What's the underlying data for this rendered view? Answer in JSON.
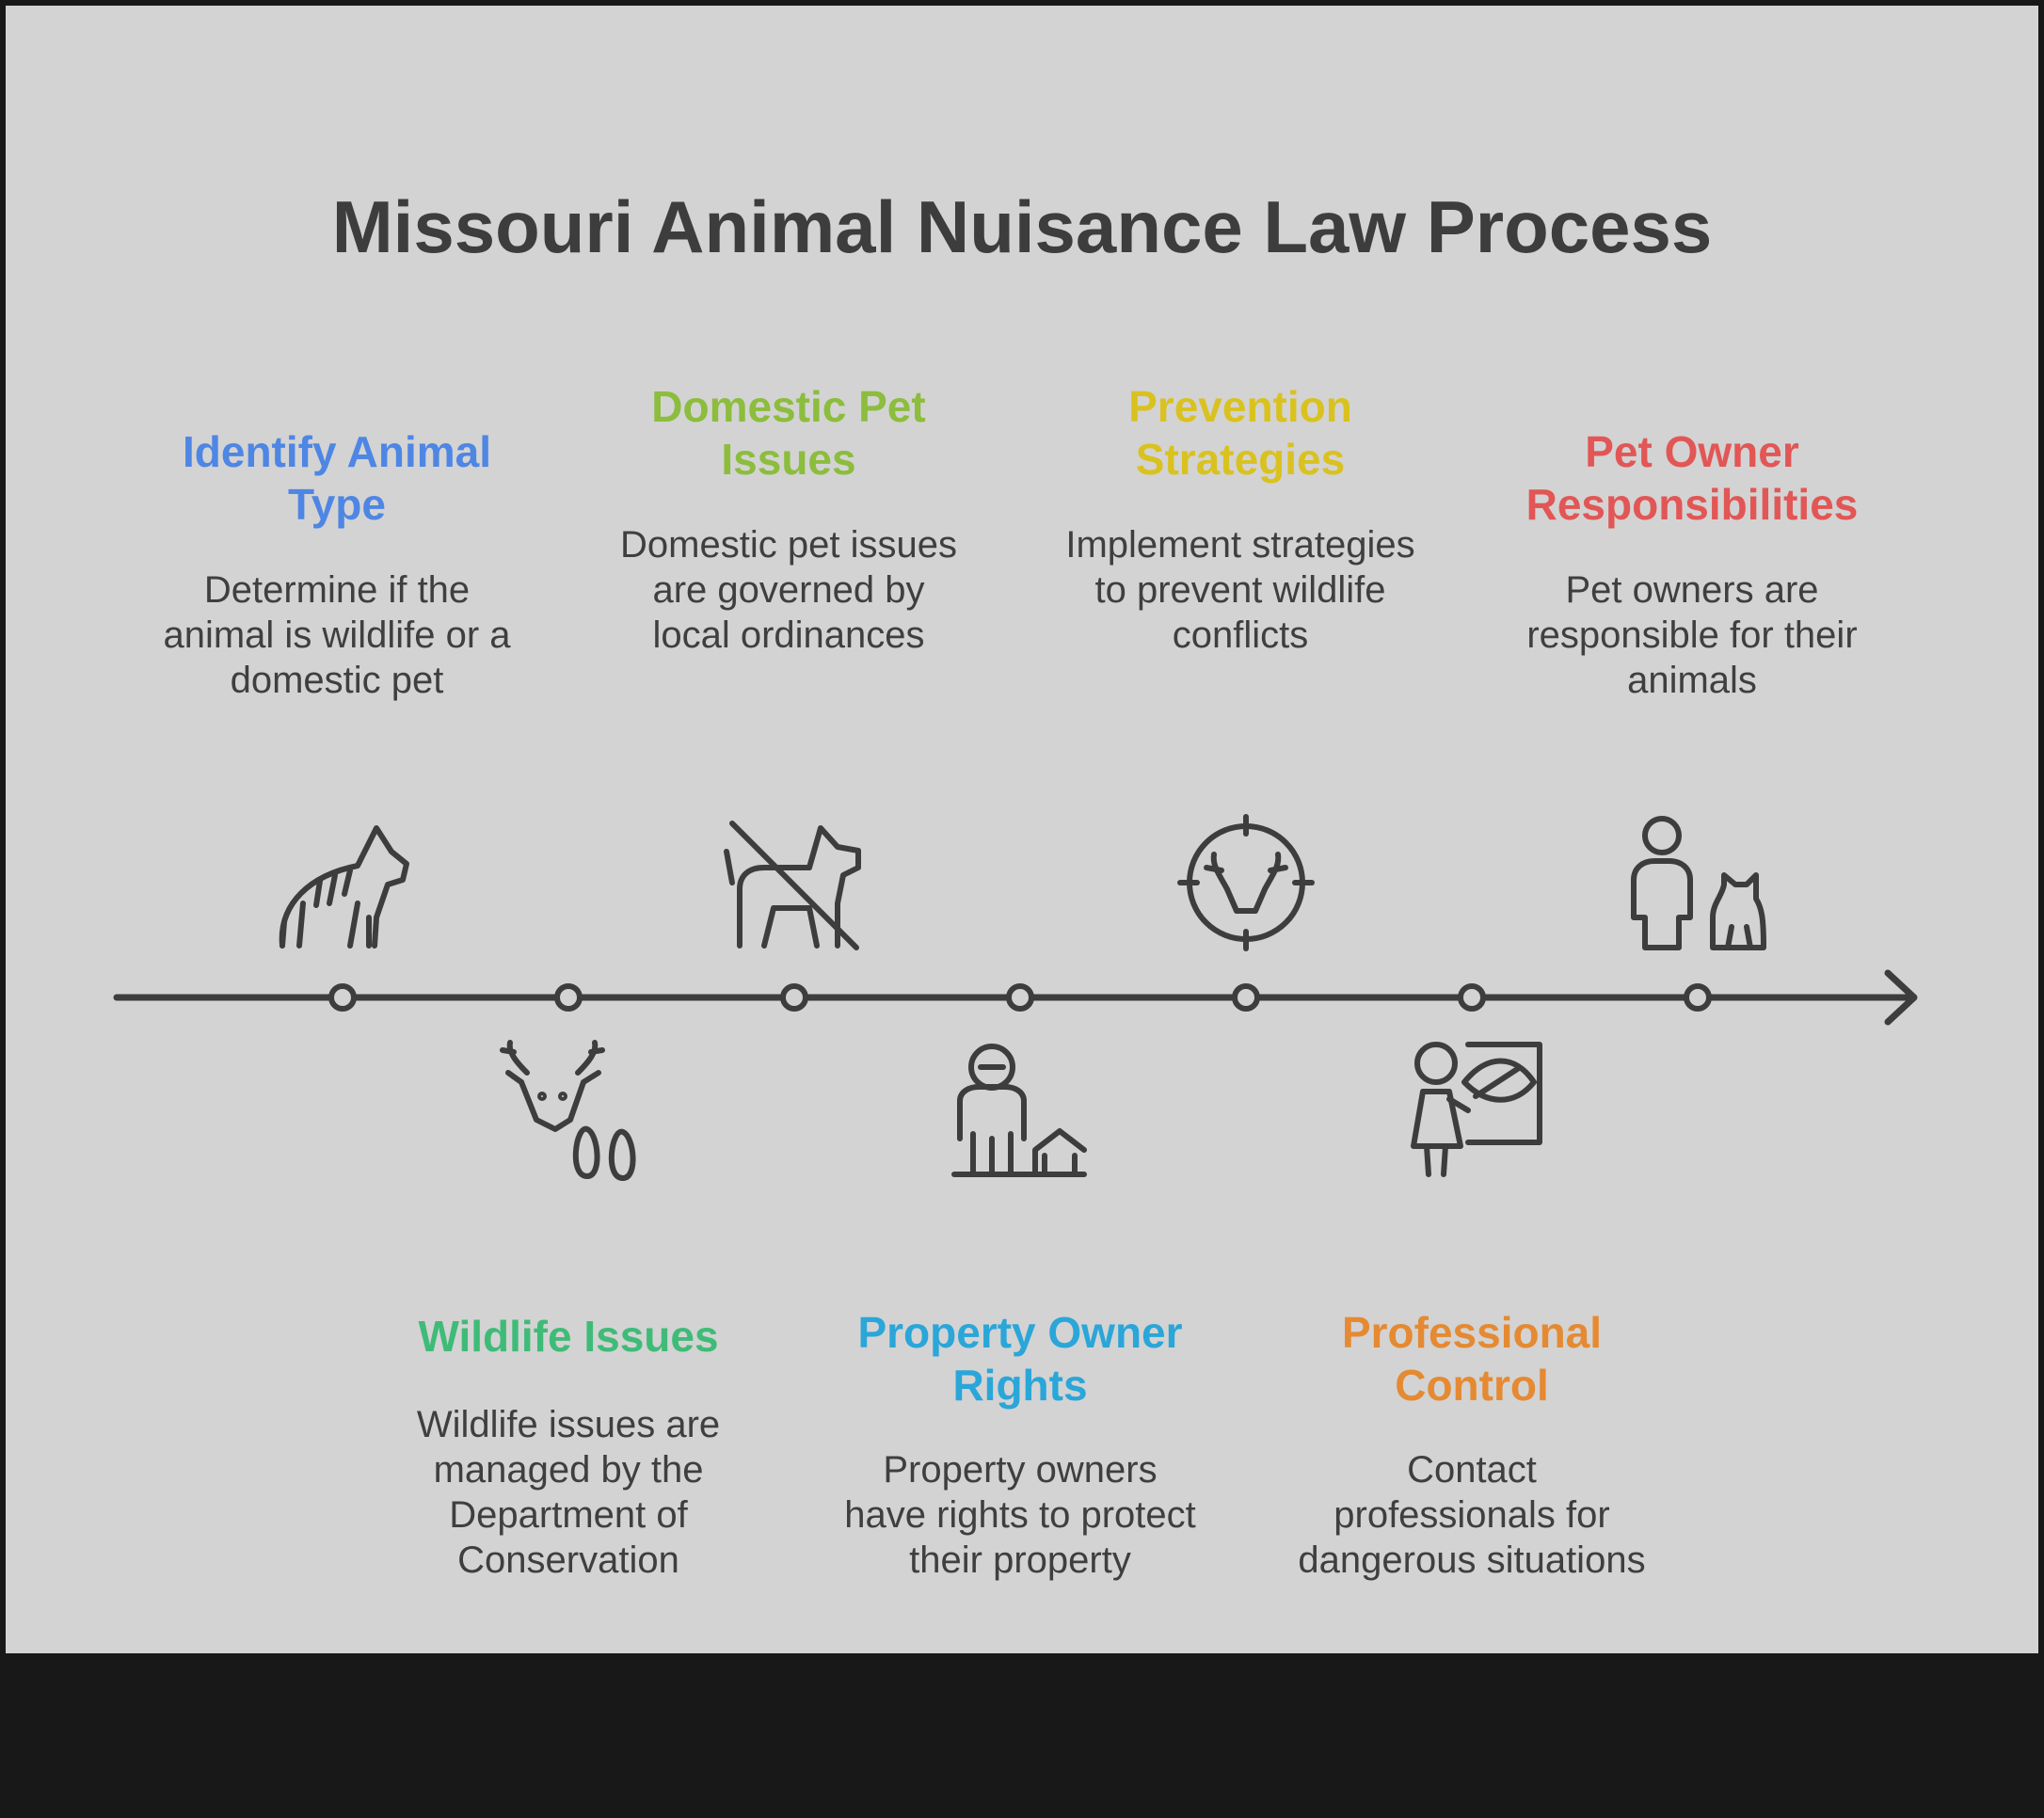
{
  "title": "Missouri Animal Nuisance Law Process",
  "steps": [
    {
      "heading": "Identify Animal Type",
      "description": "Determine if the animal is wildlife or a domestic pet",
      "color": "#4e86e4",
      "icon": "hyena-icon"
    },
    {
      "heading": "Wildlife Issues",
      "description": "Wildlife issues are managed by the Department of Conservation",
      "color": "#3fbb78",
      "icon": "deer-footprint-icon"
    },
    {
      "heading": "Domestic Pet Issues",
      "description": "Domestic pet issues are governed by local ordinances",
      "color": "#8cbd3c",
      "icon": "no-dog-icon"
    },
    {
      "heading": "Property Owner Rights",
      "description": "Property owners have rights to protect their property",
      "color": "#2aa6d9",
      "icon": "person-house-icon"
    },
    {
      "heading": "Prevention Strategies",
      "description": "Implement strategies to prevent wildlife conflicts",
      "color": "#d9c21f",
      "icon": "deer-target-icon"
    },
    {
      "heading": "Professional Control",
      "description": "Contact professionals for dangerous situations",
      "color": "#e58a32",
      "icon": "professional-presentation-icon"
    },
    {
      "heading": "Pet Owner Responsibilities",
      "description": "Pet owners are responsible for their animals",
      "color": "#e25656",
      "icon": "person-pet-icon"
    }
  ]
}
